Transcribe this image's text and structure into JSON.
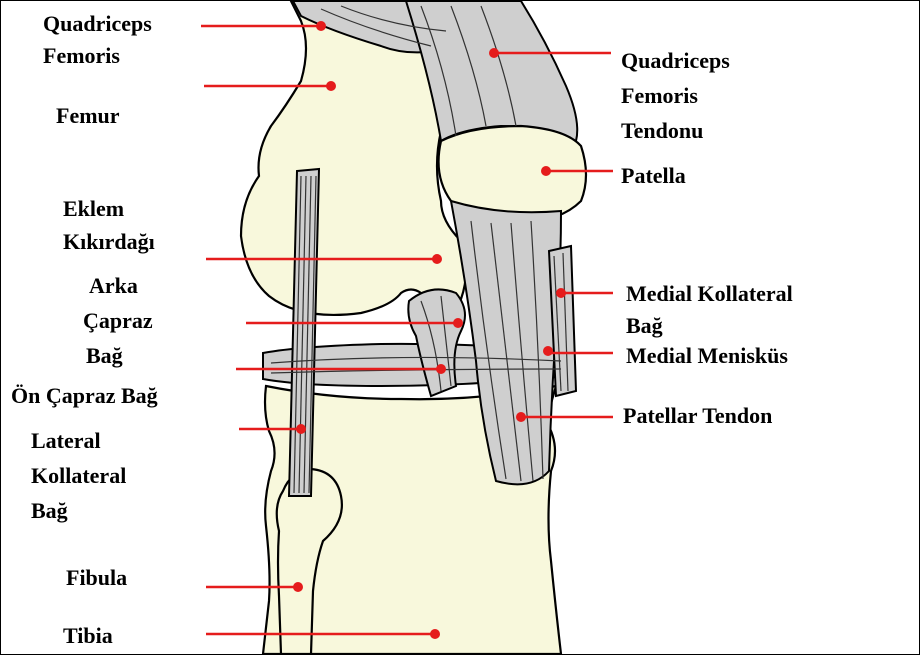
{
  "labels": {
    "quadriceps_femoris_1": "Quadriceps",
    "quadriceps_femoris_2": "Femoris",
    "femur": "Femur",
    "quadriceps_tendon_1": "Quadriceps",
    "quadriceps_tendon_2": "Femoris",
    "quadriceps_tendon_3": "Tendonu",
    "patella": "Patella",
    "eklem_kikirdagi_1": "Eklem",
    "eklem_kikirdagi_2": "Kıkırdağı",
    "arka_capraz_1": "Arka",
    "arka_capraz_2": "Çapraz",
    "arka_capraz_3": "Bağ",
    "on_capraz_bag": "Ön Çapraz Bağ",
    "lateral_kollateral_1": "Lateral",
    "lateral_kollateral_2": "Kollateral",
    "lateral_kollateral_3": "Bağ",
    "medial_kollateral_1": "Medial Kollateral",
    "medial_kollateral_2": "Bağ",
    "medial_menisküs": "Medial Menisküs",
    "patellar_tendon": "Patellar Tendon",
    "fibula": "Fibula",
    "tibia": "Tibia"
  },
  "colors": {
    "leader": "#e51c1c",
    "bone": "#f8f8dc",
    "ligament": "#cfcfcf",
    "outline": "#000000"
  }
}
